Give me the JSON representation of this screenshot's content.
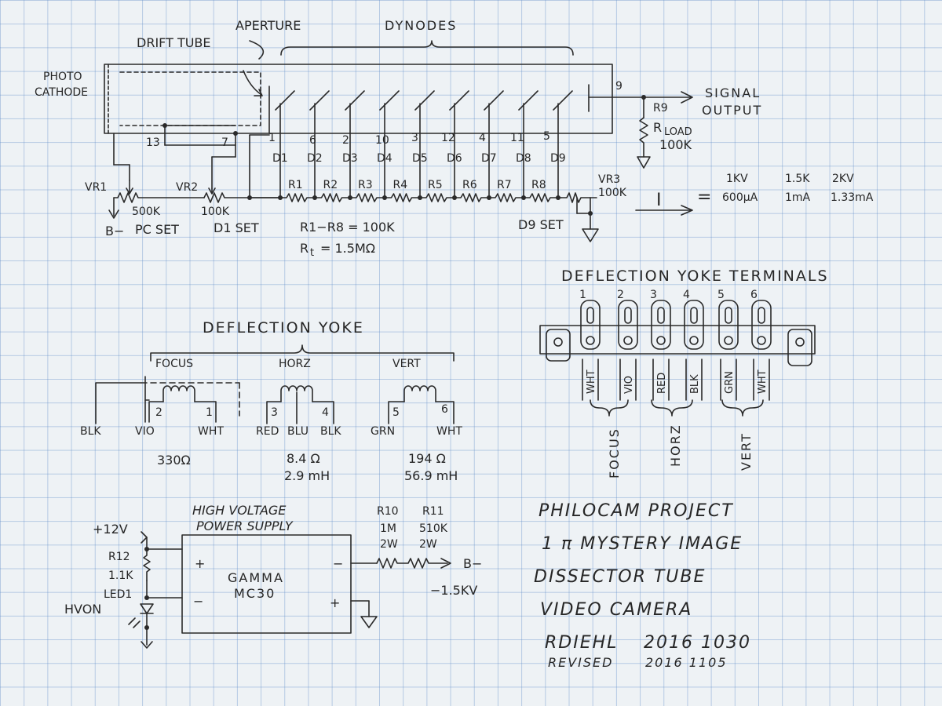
{
  "tube": {
    "photo": "PHOTO",
    "cathode": "CATHODE",
    "drift_tube": "DRIFT TUBE",
    "aperture": "APERTURE",
    "dynodes": "DYNODES",
    "signal": "SIGNAL",
    "output": "OUTPUT",
    "pins": [
      "13",
      "7",
      "1",
      "6",
      "2",
      "10",
      "3",
      "12",
      "4",
      "11",
      "5",
      "9"
    ],
    "dynode_labels": [
      "D1",
      "D2",
      "D3",
      "D4",
      "D5",
      "D6",
      "D7",
      "D8",
      "D9"
    ],
    "resistor_labels": [
      "R1",
      "R2",
      "R3",
      "R4",
      "R5",
      "R6",
      "R7",
      "R8"
    ],
    "r9": "R9",
    "rload_r": "R",
    "rload_sub": "LOAD",
    "rload_val": "100K",
    "vr1": "VR1",
    "vr1_val": "500K",
    "vr2": "VR2",
    "vr2_val": "100K",
    "vr3": "VR3",
    "vr3_val": "100K",
    "b_minus": "B−",
    "pc_set": "PC SET",
    "d1_set": "D1 SET",
    "d9_set": "D9 SET",
    "r_range": "R1−R8 = 100K",
    "rt_r": "R",
    "rt_sub": "t",
    "rt_val": "= 1.5MΩ",
    "current_symbol": "I",
    "eq": "=",
    "kv": [
      "1KV",
      "1.5K",
      "2KV"
    ],
    "ma": [
      "600μA",
      "1mA",
      "1.33mA"
    ]
  },
  "yoke": {
    "title": "DEFLECTION YOKE",
    "focus": "FOCUS",
    "horz": "HORZ",
    "vert": "VERT",
    "terms": [
      "2",
      "1",
      "3",
      "4",
      "5",
      "6"
    ],
    "wires": [
      "BLK",
      "VIO",
      "WHT",
      "RED",
      "BLU",
      "BLK",
      "GRN",
      "WHT"
    ],
    "r_focus": "330Ω",
    "r_horz": "8.4 Ω",
    "l_horz": "2.9 mH",
    "r_vert": "194 Ω",
    "l_vert": "56.9 mH"
  },
  "terminals": {
    "title": "DEFLECTION YOKE TERMINALS",
    "nums": [
      "1",
      "2",
      "3",
      "4",
      "5",
      "6"
    ],
    "colors": [
      "WHT",
      "VIO",
      "RED",
      "BLK",
      "GRN",
      "WHT"
    ],
    "groups": [
      "FOCUS",
      "HORZ",
      "VERT"
    ]
  },
  "psu": {
    "title1": "HIGH VOLTAGE",
    "title2": "POWER SUPPLY",
    "v12": "+12V",
    "r12": "R12",
    "r12_val": "1.1K",
    "led1": "LED1",
    "hvon": "HVON",
    "model1": "GAMMA",
    "model2": "MC30",
    "plus": "+",
    "minus": "−",
    "r10": "R10",
    "r10_v1": "1M",
    "r10_v2": "2W",
    "r11": "R11",
    "r11_v1": "510K",
    "r11_v2": "2W",
    "bminus": "B−",
    "kv": "−1.5KV"
  },
  "project": {
    "l1": "PHILOCAM PROJECT",
    "l2": "1 π MYSTERY IMAGE",
    "l3": "DISSECTOR TUBE",
    "l4": "VIDEO CAMERA",
    "author": "RDIEHL",
    "date": "2016 1030",
    "revised": "REVISED",
    "rev_date": "2016 1105"
  },
  "colors": {
    "ink": "#2a2a2a",
    "grid": "#5f8cc8",
    "paper": "#eef2f5"
  }
}
